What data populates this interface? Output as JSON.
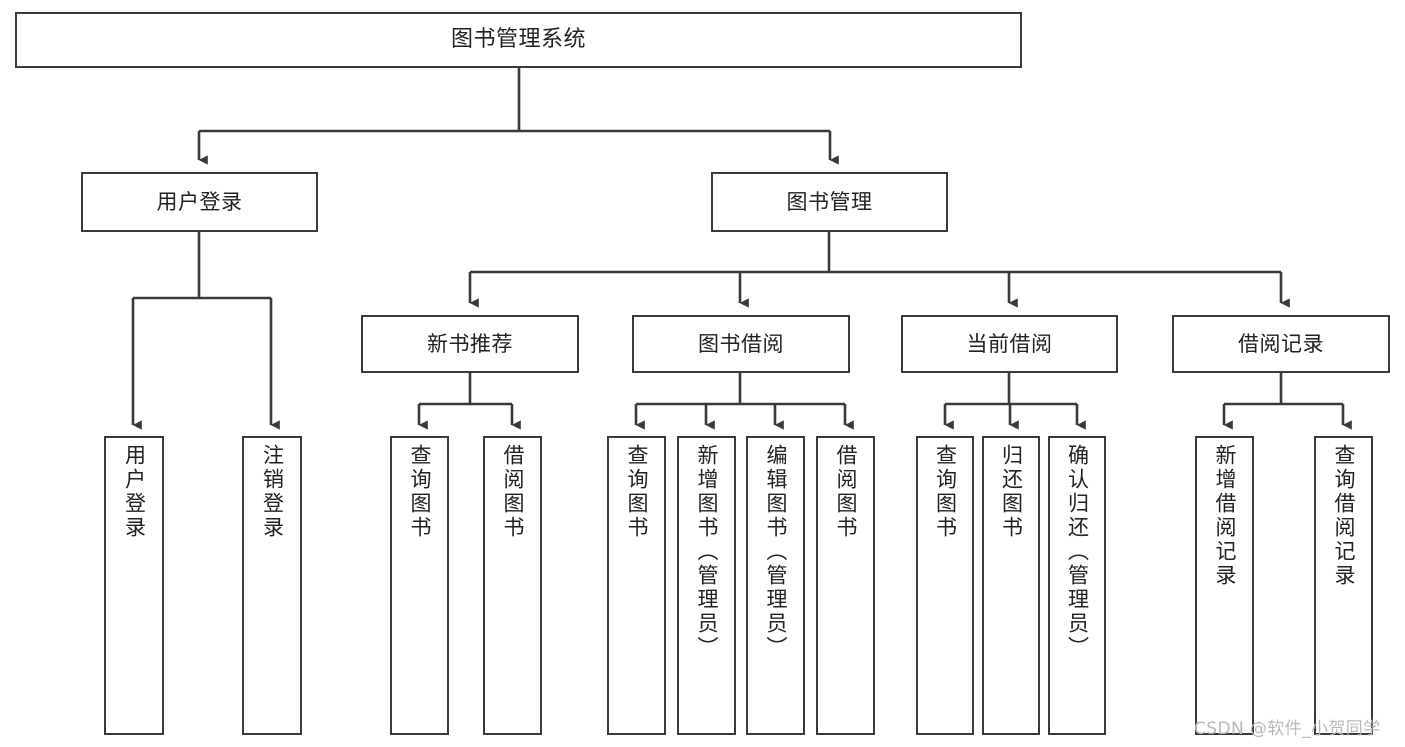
{
  "diagram": {
    "title": "图书管理系统",
    "watermark": "CSDN @软件_小贺同学",
    "root": {
      "label": "图书管理系统"
    },
    "level1": [
      {
        "label": "用户登录"
      },
      {
        "label": "图书管理"
      }
    ],
    "level2": [
      {
        "label": "新书推荐"
      },
      {
        "label": "图书借阅"
      },
      {
        "label": "当前借阅"
      },
      {
        "label": "借阅记录"
      }
    ],
    "leaves": {
      "user_login": [
        {
          "label": "用户登录"
        },
        {
          "label": "注销登录"
        }
      ],
      "new_book_recommend": [
        {
          "label": "查询图书"
        },
        {
          "label": "借阅图书"
        }
      ],
      "book_borrow": [
        {
          "label": "查询图书"
        },
        {
          "label": "新增图书（管理员）"
        },
        {
          "label": "编辑图书（管理员）"
        },
        {
          "label": "借阅图书"
        }
      ],
      "current_borrow": [
        {
          "label": "查询图书"
        },
        {
          "label": "归还图书"
        },
        {
          "label": "确认归还（管理员）"
        }
      ],
      "borrow_record": [
        {
          "label": "新增借阅记录"
        },
        {
          "label": "查询借阅记录"
        }
      ]
    },
    "colors": {
      "stroke": "#3a3a3a",
      "text": "#222222",
      "background": "#ffffff",
      "watermark": "#b9b9b9"
    }
  }
}
